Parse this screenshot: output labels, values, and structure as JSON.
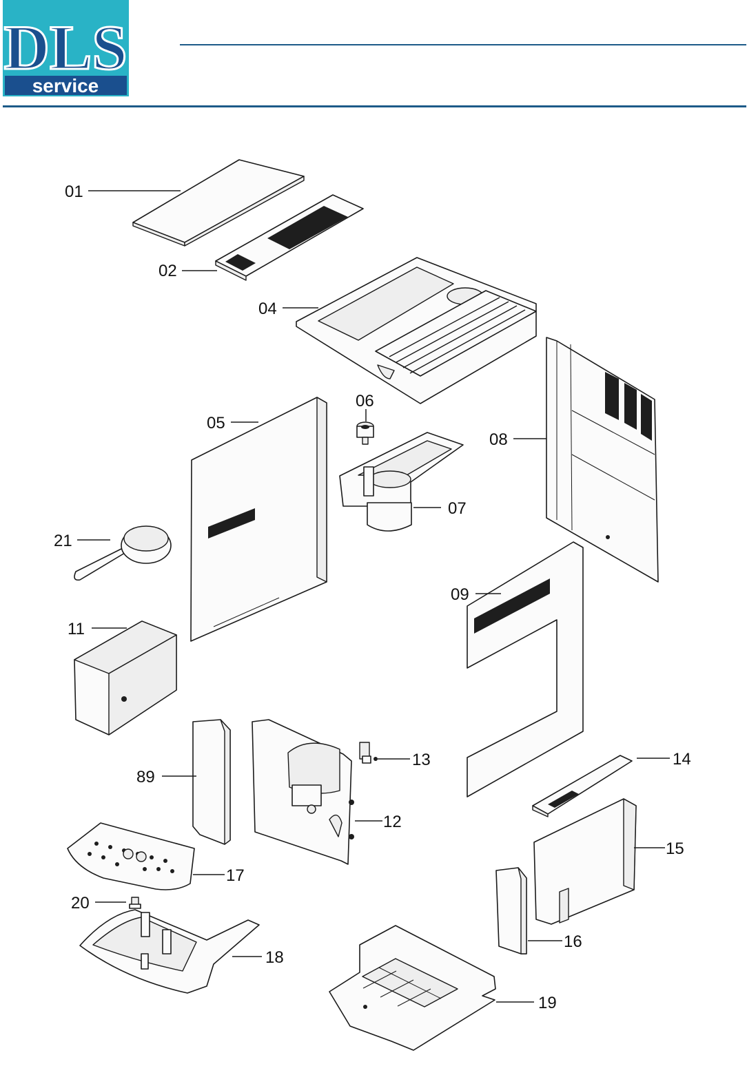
{
  "logo": {
    "brand": "DLS",
    "subtitle": "service"
  },
  "colors": {
    "logo_teal": "#29b3c6",
    "logo_navy": "#1a4f8e",
    "rule": "#1c5a88"
  },
  "parts": [
    {
      "id": "01"
    },
    {
      "id": "02"
    },
    {
      "id": "04"
    },
    {
      "id": "05"
    },
    {
      "id": "06"
    },
    {
      "id": "07"
    },
    {
      "id": "08"
    },
    {
      "id": "09"
    },
    {
      "id": "11"
    },
    {
      "id": "12"
    },
    {
      "id": "13"
    },
    {
      "id": "14"
    },
    {
      "id": "15"
    },
    {
      "id": "16"
    },
    {
      "id": "17"
    },
    {
      "id": "18"
    },
    {
      "id": "19"
    },
    {
      "id": "20"
    },
    {
      "id": "21"
    },
    {
      "id": "89"
    }
  ]
}
